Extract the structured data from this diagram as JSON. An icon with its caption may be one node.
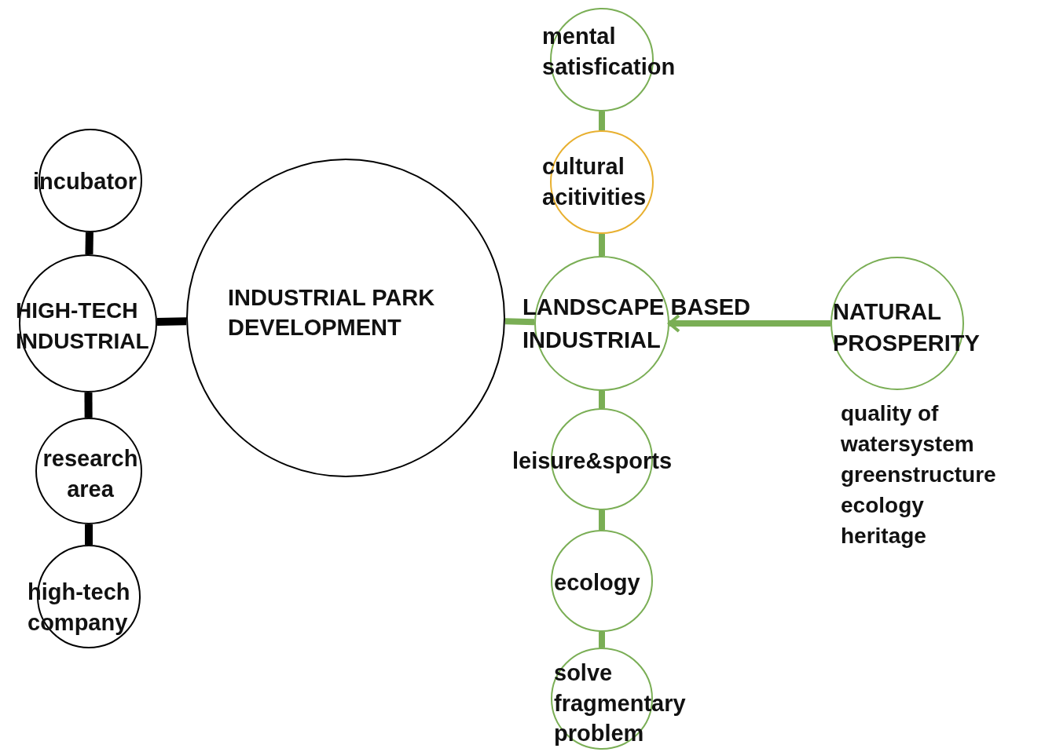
{
  "diagram": {
    "nodes": [
      {
        "text": [
          "incubator"
        ]
      },
      {
        "text": [
          "HIGH-TECH INDUSTRIAL"
        ]
      },
      {
        "text": [
          "research area"
        ]
      },
      {
        "text": [
          "high-tech company"
        ]
      },
      {
        "text": [
          "INDUSTRIAL PARK DEVELOPMENT"
        ]
      },
      {
        "text": [
          "mental satisfication"
        ]
      },
      {
        "text": [
          "cultural acitivities"
        ]
      },
      {
        "text": [
          "LANDSCAPE BASED INDUSTRIAL"
        ]
      },
      {
        "text": [
          "NATURAL PROSPERITY"
        ],
        "beside": [
          "quality of",
          "watersystem",
          "greenstructure",
          "ecology",
          "heritage"
        ]
      },
      {
        "text": [
          "leisure&sports"
        ]
      },
      {
        "text": [
          "ecology"
        ]
      },
      {
        "text": [
          "solve fragmentary problem"
        ]
      }
    ],
    "edges": [
      {
        "from": 0,
        "to": 1,
        "arrow": "none",
        "color": "#000000"
      },
      {
        "from": 1,
        "to": 2,
        "arrow": "none",
        "color": "#000000"
      },
      {
        "from": 2,
        "to": 3,
        "arrow": "none",
        "color": "#000000"
      },
      {
        "from": 1,
        "to": 4,
        "arrow": "none",
        "color": "#000000"
      },
      {
        "from": 4,
        "to": 7,
        "arrow": "none"
      },
      {
        "from": 5,
        "to": 6,
        "arrow": "none"
      },
      {
        "from": 6,
        "to": 7,
        "arrow": "none"
      },
      {
        "from": 8,
        "to": 7,
        "arrow": "to"
      },
      {
        "from": 7,
        "to": 9,
        "arrow": "none"
      },
      {
        "from": 9,
        "to": 10,
        "arrow": "none"
      },
      {
        "from": 10,
        "to": 11,
        "arrow": "none"
      }
    ]
  }
}
